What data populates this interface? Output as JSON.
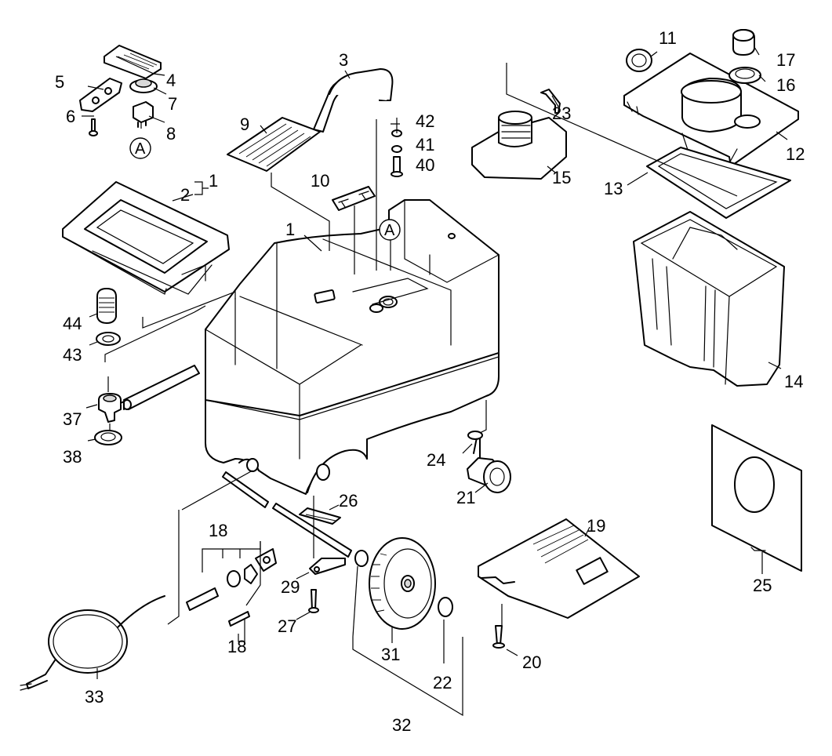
{
  "callouts": [
    "1",
    "1",
    "2",
    "3",
    "4",
    "5",
    "6",
    "7",
    "8",
    "9",
    "10",
    "11",
    "12",
    "13",
    "14",
    "15",
    "16",
    "17",
    "18",
    "18",
    "19",
    "20",
    "21",
    "22",
    "23",
    "24",
    "25",
    "26",
    "27",
    "29",
    "31",
    "32",
    "33",
    "37",
    "38",
    "40",
    "41",
    "42",
    "43",
    "44"
  ],
  "markers": [
    "A",
    "A"
  ]
}
